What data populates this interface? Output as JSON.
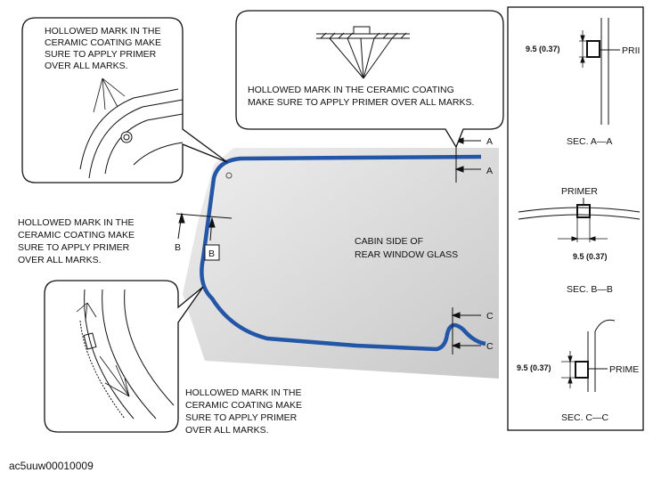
{
  "callouts": {
    "top_left": [
      "HOLLOWED MARK IN THE",
      "CERAMIC COATING MAKE",
      "SURE TO APPLY PRIMER",
      "OVER ALL MARKS."
    ],
    "top_center": [
      "HOLLOWED MARK IN THE CERAMIC COATING",
      "MAKE SURE TO APPLY PRIMER OVER ALL MARKS."
    ],
    "mid_left": [
      "HOLLOWED MARK IN THE",
      "CERAMIC COATING MAKE",
      "SURE TO APPLY PRIMER",
      "OVER ALL MARKS."
    ],
    "bottom_left": [
      "HOLLOWED MARK IN THE",
      "CERAMIC COATING MAKE",
      "SURE TO APPLY PRIMER",
      "OVER ALL MARKS."
    ]
  },
  "glass_label": [
    "CABIN SIDE OF",
    "REAR WINDOW GLASS"
  ],
  "section_markers": {
    "a": "A",
    "b": "B",
    "c": "C"
  },
  "sections": {
    "a": {
      "dimension": "9.5 (0.37)",
      "callout": "PRII",
      "caption": "SEC. A—A"
    },
    "b": {
      "title": "PRIMER",
      "dimension": "9.5 (0.37)",
      "caption": "SEC. B—B"
    },
    "c": {
      "dimension": "9.5 (0.37)",
      "callout": "PRIME",
      "caption": "SEC. C—C"
    }
  },
  "image_ref": "ac5uuw00010009",
  "colors": {
    "primer_bead": "#2456a8",
    "glass_fill": "#d9d9d9",
    "line": "#111111"
  }
}
